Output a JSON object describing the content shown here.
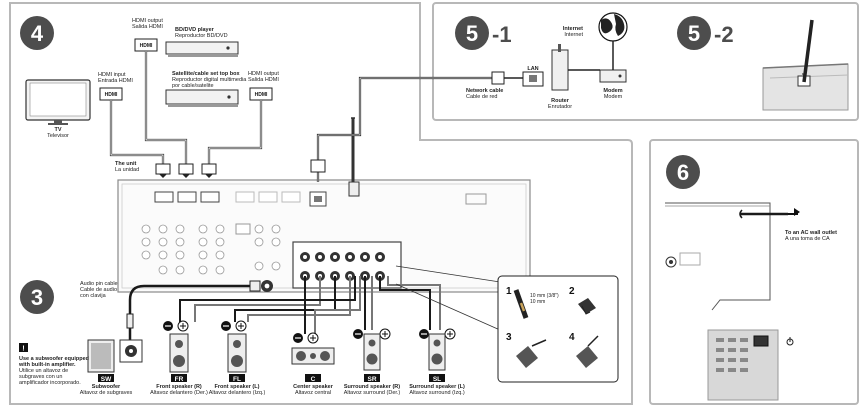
{
  "steps": {
    "s4": "4",
    "s3": "3",
    "s5_1_num": "5",
    "s5_1_suffix": "-1",
    "s5_2_num": "5",
    "s5_2_suffix": "-2",
    "s6": "6"
  },
  "hdmi": {
    "connector_label": "HDMI",
    "bd_output_1": "HDMI output",
    "bd_output_2": "Salida HDMI",
    "bd_player_1": "BD/DVD player",
    "bd_player_2": "Reproductor BD/DVD",
    "tv_input_1": "HDMI input",
    "tv_input_2": "Entrada HDMI",
    "tv_1": "TV",
    "tv_2": "Televisor",
    "stb_1": "Satellite/cable set top box",
    "stb_2": "Reproductor digital multimedia",
    "stb_3": "por cable/satelite",
    "stb_output_1": "HDMI output",
    "stb_output_2": "Salida HDMI",
    "unit_1": "The unit",
    "unit_2": "La unidad"
  },
  "network": {
    "internet_1": "Internet",
    "internet_2": "Internet",
    "lan": "LAN",
    "router_1": "Router",
    "router_2": "Enrutador",
    "modem_1": "Modem",
    "modem_2": "Modem",
    "cable_1": "Network cable",
    "cable_2": "Cable de red"
  },
  "power": {
    "outlet_1": "To an AC wall outlet",
    "outlet_2": "A una toma de CA"
  },
  "audio": {
    "pin_1": "Audio pin cable",
    "pin_2": "Cable de audio",
    "pin_3": "con clavija"
  },
  "note": {
    "mark": "!",
    "line1": "Use a subwoofer equipped",
    "line2": "with built-in amplifier.",
    "line3": "Utilice un altavoz de",
    "line4": "subgraves con un",
    "line5": "amplificador incorporado."
  },
  "speakers": [
    {
      "code": "SW",
      "name": "Subwoofer",
      "name_es": "Altavoz de subgraves"
    },
    {
      "code": "FR",
      "name": "Front speaker (R)",
      "name_es": "Altavoz delantero (Der.)"
    },
    {
      "code": "FL",
      "name": "Front speaker (L)",
      "name_es": "Altavoz delantero (Izq.)"
    },
    {
      "code": "C",
      "name": "Center speaker",
      "name_es": "Altavoz central"
    },
    {
      "code": "SR",
      "name": "Surround speaker (R)",
      "name_es": "Altavoz surround (Der.)"
    },
    {
      "code": "SL",
      "name": "Surround speaker (L)",
      "name_es": "Altavoz surround (Izq.)"
    }
  ],
  "wire_steps": {
    "n1": "1",
    "n2": "2",
    "n3": "3",
    "n4": "4",
    "len1": "10 mm (3/8\")",
    "len2": "10 mm"
  },
  "polarity": {
    "minus": "−",
    "plus": "+"
  },
  "colors": {
    "badge": "#4d4d4d",
    "panel_border": "#b8b8b8",
    "cable": "#1a1a1a"
  }
}
